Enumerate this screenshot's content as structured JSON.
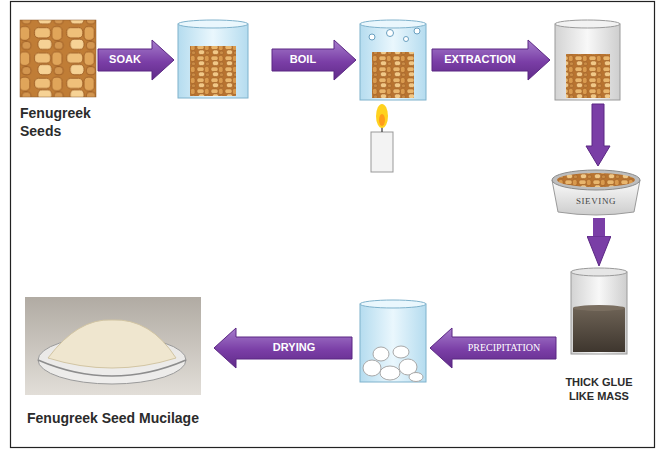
{
  "diagram": {
    "nodes": [
      {
        "text": [
          "Fenugreek Seeds"
        ]
      },
      {
        "text": [
          "SOAK"
        ]
      },
      {
        "text": [
          "BOIL"
        ]
      },
      {
        "text": [
          "EXTRACTION"
        ]
      },
      {
        "text": [
          "SIEVING"
        ]
      },
      {
        "text": [
          "THICK GLUE LIKE MASS"
        ]
      },
      {
        "text": [
          "PRECIPITATION"
        ]
      },
      {
        "text": [
          "DRYING"
        ]
      },
      {
        "text": [
          "Fenugreek Seed Mucilage"
        ]
      }
    ],
    "edges": [
      {
        "from": 4,
        "to": 5,
        "arrow": "to"
      }
    ]
  }
}
